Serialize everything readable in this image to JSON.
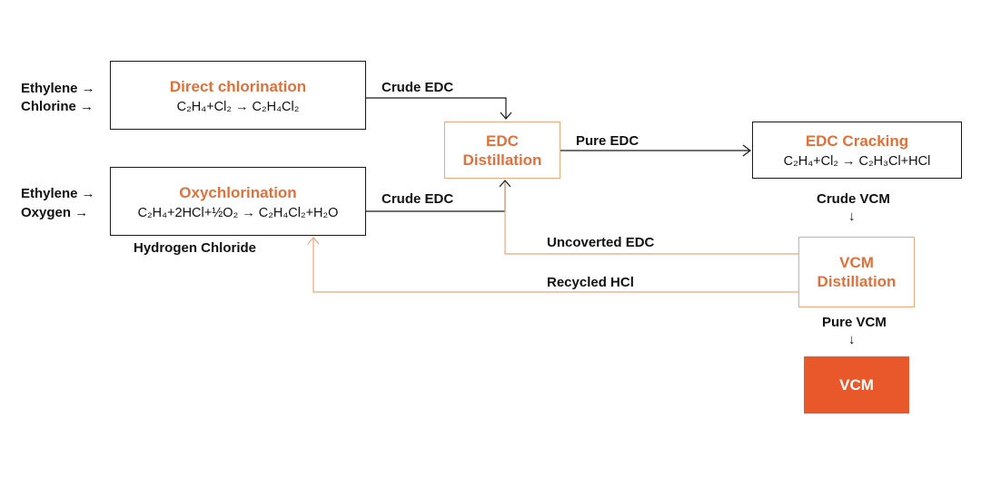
{
  "inputs": {
    "ethylene_1": "Ethylene →",
    "chlorine": "Chlorine →",
    "ethylene_2": "Ethylene →",
    "oxygen": "Oxygen →"
  },
  "boxes": {
    "direct_chlorination": {
      "title": "Direct chlorination",
      "formula": "C₂H₄+Cl₂ → C₂H₄Cl₂"
    },
    "oxychlorination": {
      "title": "Oxychlorination",
      "formula": "C₂H₄+2HCl+½O₂ → C₂H₄Cl₂+H₂O"
    },
    "edc_distillation": {
      "title_line1": "EDC",
      "title_line2": "Distillation"
    },
    "edc_cracking": {
      "title": "EDC Cracking",
      "formula": "C₂H₄+Cl₂ → C₂H₃Cl+HCl"
    },
    "vcm_distillation": {
      "title_line1": "VCM",
      "title_line2": "Distillation"
    },
    "vcm": {
      "title": "VCM"
    }
  },
  "labels": {
    "crude_edc_1": "Crude EDC",
    "crude_edc_2": "Crude EDC",
    "pure_edc": "Pure EDC",
    "crude_vcm": "Crude VCM",
    "crude_vcm_arrow": "↓",
    "pure_vcm": "Pure VCM",
    "pure_vcm_arrow": "↓",
    "unconverted_edc": "Uncoverted EDC",
    "recycled_hcl": "Recycled HCl",
    "hydrogen_chloride": "Hydrogen Chloride"
  },
  "colors": {
    "accent": "#e0713a",
    "accent_border": "#e8a878",
    "fill": "#e8582a",
    "dark": "#1a1a1a"
  }
}
